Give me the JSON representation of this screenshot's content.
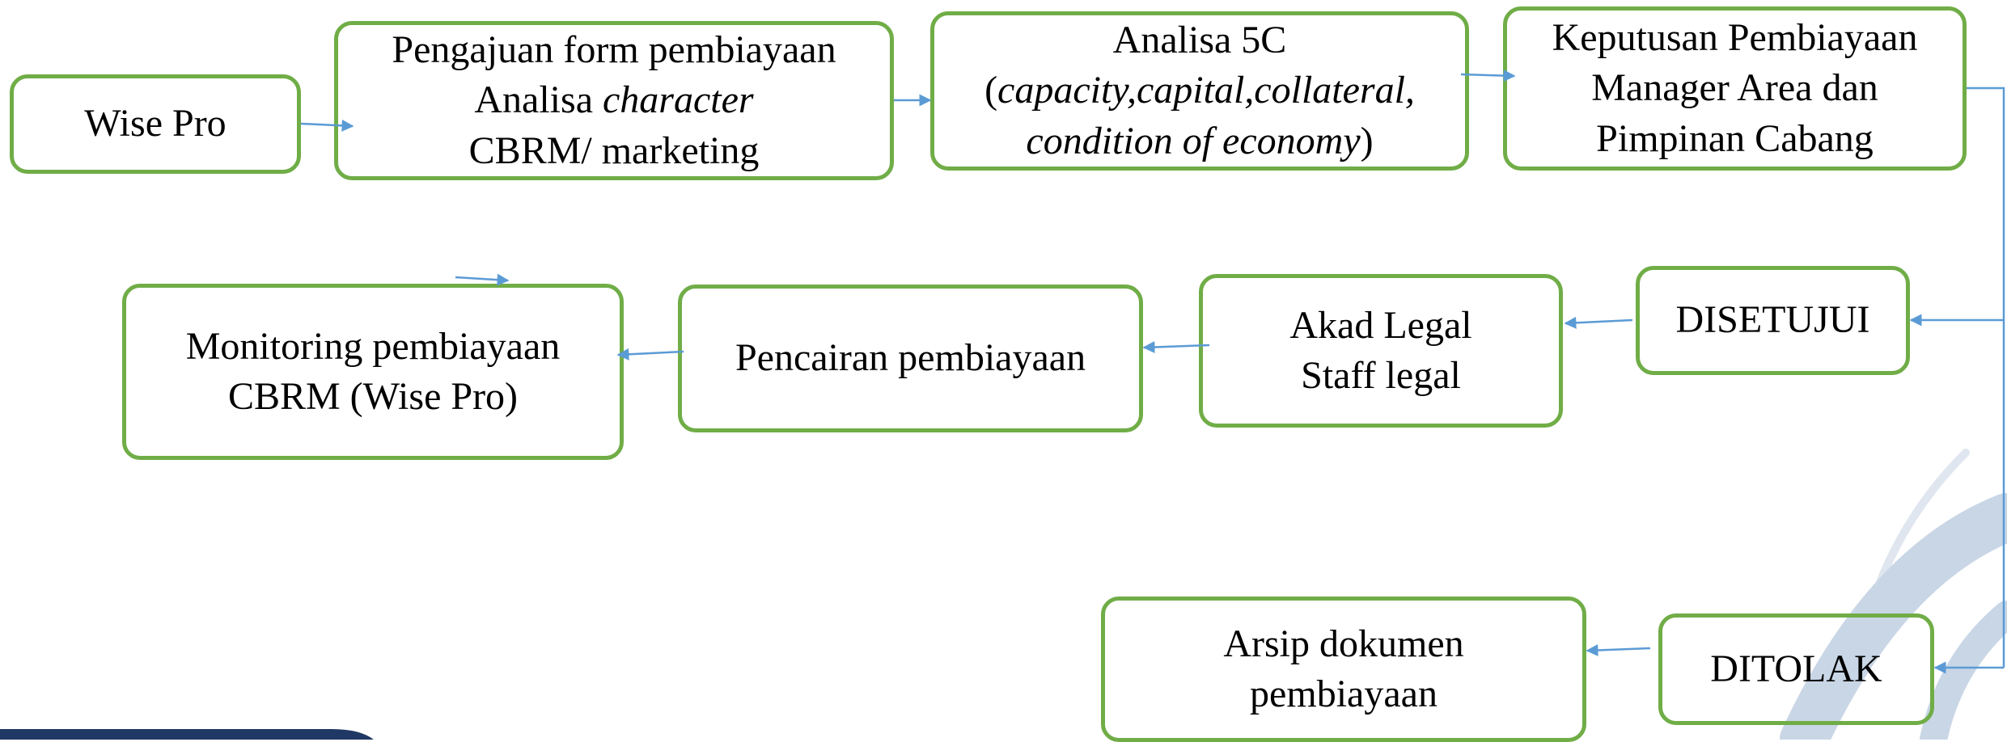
{
  "diagram": {
    "colors": {
      "box_border": "#70ad47",
      "arrow": "#5b9bd5",
      "text": "#000000",
      "corner_band": "#1f3864",
      "swoosh": "#c9d6e6"
    },
    "nodes": {
      "wise_pro": {
        "label": "Wise Pro"
      },
      "pengajuan": {
        "line1": "Pengajuan form pembiayaan",
        "line2_plain": "Analisa ",
        "line2_italic": "character",
        "line3": "CBRM/ marketing"
      },
      "analisa5c": {
        "line1": "Analisa 5C",
        "line2_open": "(",
        "line2_italic": "capacity,capital,collateral,",
        "line3_italic": "condition of economy",
        "line3_close": ")"
      },
      "keputusan": {
        "line1": "Keputusan Pembiayaan",
        "line2": "Manager Area dan",
        "line3": "Pimpinan Cabang"
      },
      "disetujui": {
        "label": "DISETUJUI"
      },
      "akad": {
        "line1": "Akad Legal",
        "line2": "Staff legal"
      },
      "pencairan": {
        "label": "Pencairan pembiayaan"
      },
      "monitoring": {
        "line1": "Monitoring pembiayaan",
        "line2": "CBRM (Wise Pro)"
      },
      "ditolak": {
        "label": "DITOLAK"
      },
      "arsip": {
        "line1": "Arsip dokumen",
        "line2": "pembiayaan"
      }
    }
  }
}
